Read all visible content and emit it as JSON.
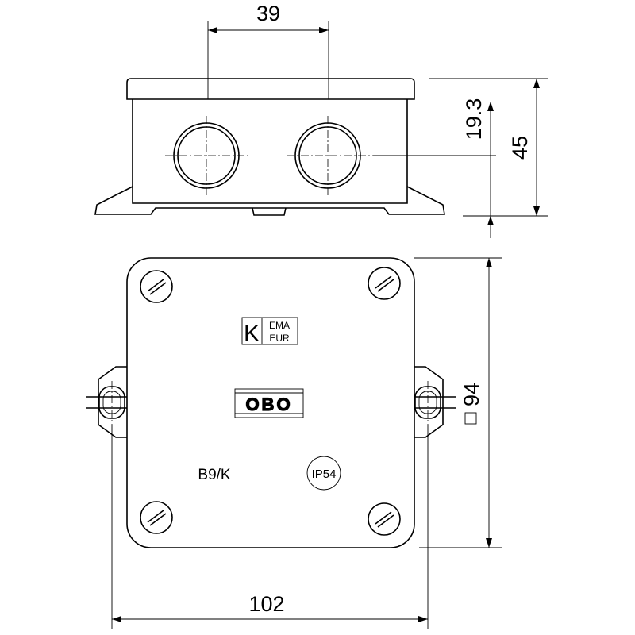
{
  "dimensions": {
    "hole_spacing": "39",
    "hole_offset": "19.3",
    "height": "45",
    "square_size": "94",
    "width": "102"
  },
  "markings": {
    "cert_letter": "K",
    "cert_line1": "EMA",
    "cert_line2": "EUR",
    "brand": "OBO",
    "model": "B9/K",
    "ip_rating": "IP54"
  },
  "icons": [
    "square-symbol-icon",
    "screw-icon",
    "arrow-icon"
  ]
}
